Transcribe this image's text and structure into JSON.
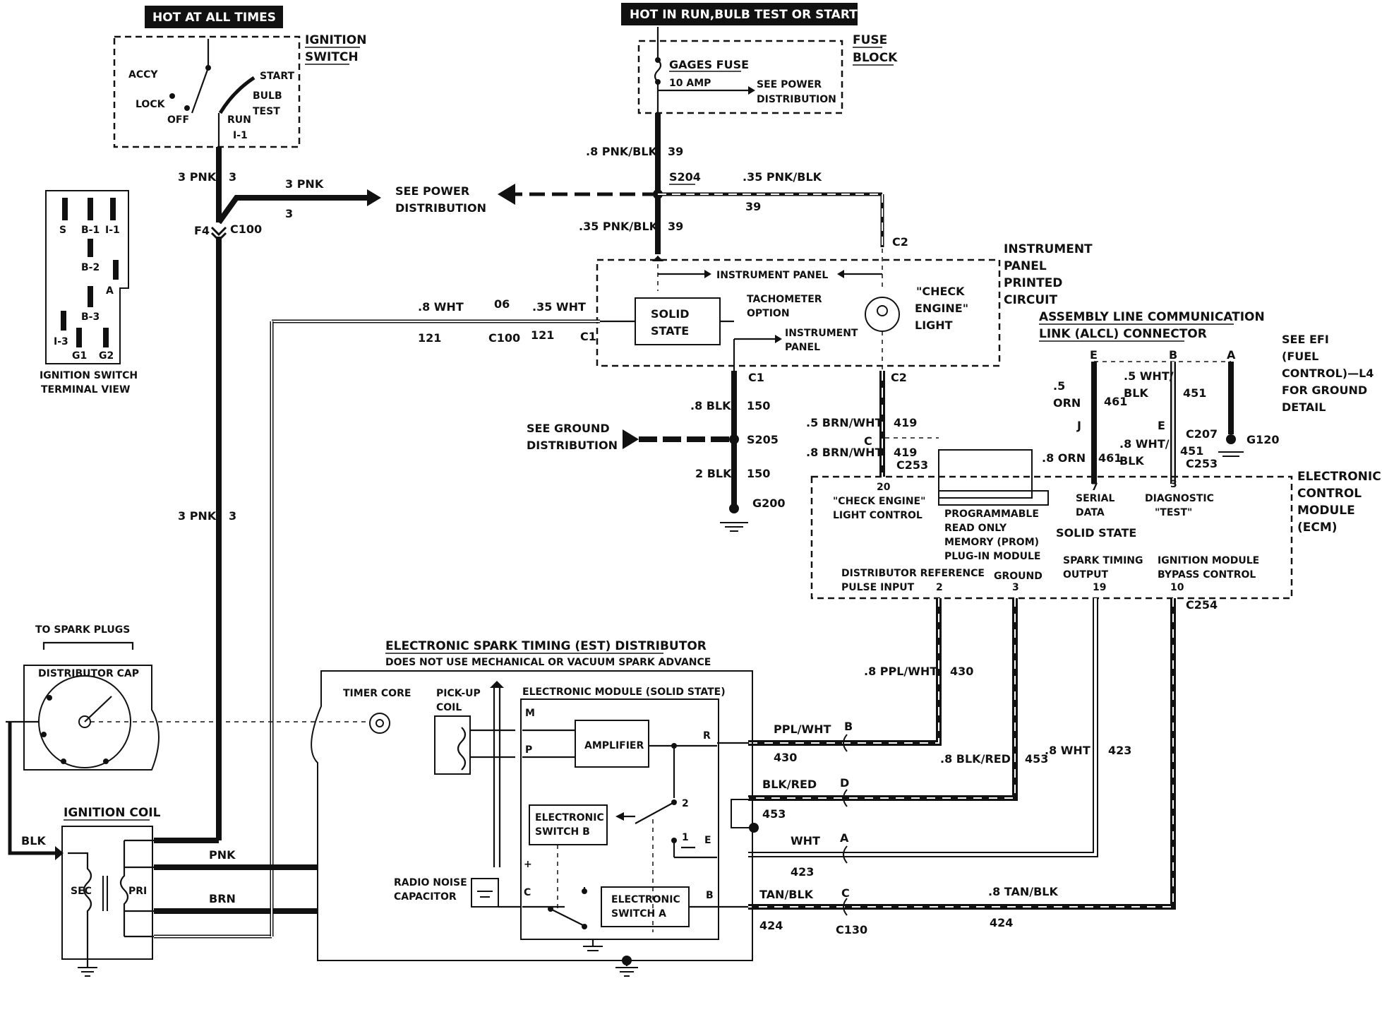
{
  "banners": {
    "hot_always": "HOT AT ALL TIMES",
    "hot_run": "HOT IN RUN,BULB TEST OR START"
  },
  "ignition_switch": {
    "title_1": "IGNITION",
    "title_2": "SWITCH",
    "accy": "ACCY",
    "lock": "LOCK",
    "off": "OFF",
    "start": "START",
    "bulb": "BULB",
    "test": "TEST",
    "run": "RUN",
    "i1": "I-1"
  },
  "terminal_view": {
    "s": "S",
    "b1": "B-1",
    "i1": "I-1",
    "b2": "B-2",
    "a": "A",
    "b3": "B-3",
    "i3": "I-3",
    "g1": "G1",
    "g2": "G2",
    "caption_1": "IGNITION SWITCH",
    "caption_2": "TERMINAL VIEW"
  },
  "fuse_block": {
    "title_1": "FUSE",
    "title_2": "BLOCK",
    "fuse_name": "GAGES FUSE",
    "fuse_amp": "10 AMP",
    "see_1": "SEE POWER",
    "see_2": "DISTRIBUTION"
  },
  "wires": {
    "pnk3_top": "3 PNK",
    "c3_top": "3",
    "pnk3_branch": "3 PNK",
    "c3_branch": "3",
    "f4": "F4",
    "c100": "C100",
    "pnk3_lower": "3 PNK",
    "c3_lower": "3",
    "see_power_1": "SEE POWER",
    "see_power_2": "DISTRIBUTION",
    "pnkblk8": ".8 PNK/BLK",
    "c39a": "39",
    "s204": "S204",
    "pnkblk35_right": ".35 PNK/BLK",
    "c39b": "39",
    "pnkblk35_down": ".35 PNK/BLK",
    "c39c": "39",
    "c2_top": "C2",
    "wht8": ".8 WHT",
    "c06": "06",
    "wht35": ".35 WHT",
    "c121a": "121",
    "c100b": "C100",
    "c121b": "121",
    "c1_left": "C1",
    "c1_bottom": "C1",
    "blk8": ".8 BLK",
    "c150a": "150",
    "see_ground_1": "SEE GROUND",
    "see_ground_2": "DISTRIBUTION",
    "s205": "S205",
    "blk2": "2 BLK",
    "c150b": "150",
    "g200": "G200",
    "c2_bottom": "C2",
    "brnwht5": ".5 BRN/WHT",
    "c419a": "419",
    "c_conn": "C",
    "brnwht8": ".8 BRN/WHT",
    "c419b": "419",
    "c253a": "C253"
  },
  "instrument_panel": {
    "title_1": "INSTRUMENT",
    "title_2": "PANEL",
    "title_3": "PRINTED",
    "title_4": "CIRCUIT",
    "ip_label": "INSTRUMENT PANEL",
    "solid_1": "SOLID",
    "solid_2": "STATE",
    "tach_1": "TACHOMETER",
    "tach_2": "OPTION",
    "ip2_1": "INSTRUMENT",
    "ip2_2": "PANEL",
    "check_1": "\"CHECK",
    "check_2": "ENGINE\"",
    "check_3": "LIGHT"
  },
  "alcl": {
    "title_1": "ASSEMBLY LINE COMMUNICATION",
    "title_2": "LINK (ALCL) CONNECTOR",
    "e": "E",
    "b": "B",
    "a": "A",
    "orn5": ".5",
    "orn5b": "ORN",
    "c461a": "461",
    "whtblk5": ".5 WHT/",
    "whtblk5b": "BLK",
    "c451a": "451",
    "j": "J",
    "e2": "E",
    "c207": "C207",
    "g120": "G120",
    "orn8": ".8 ORN",
    "c461b": "461",
    "whtblk8": ".8 WHT/",
    "whtblk8b": "BLK",
    "c451b": "451",
    "c253b": "C253"
  },
  "efi_note": {
    "l1": "SEE EFI",
    "l2": "(FUEL",
    "l3": "CONTROL)—L4",
    "l4": "FOR GROUND",
    "l5": "DETAIL"
  },
  "ecm": {
    "title_1": "ELECTRONIC",
    "title_2": "CONTROL",
    "title_3": "MODULE",
    "title_4": "(ECM)",
    "pin20": "20",
    "check_ctrl_1": "\"CHECK ENGINE\"",
    "check_ctrl_2": "LIGHT CONTROL",
    "prom_1": "PROGRAMMABLE",
    "prom_2": "READ ONLY",
    "prom_3": "MEMORY (PROM)",
    "prom_4": "PLUG-IN MODULE",
    "pin7": "7",
    "serial_1": "SERIAL",
    "serial_2": "DATA",
    "pin3": "3",
    "diag_1": "DIAGNOSTIC",
    "diag_2": "\"TEST\"",
    "solid": "SOLID STATE",
    "dist_1": "DISTRIBUTOR REFERENCE",
    "dist_2": "PULSE INPUT",
    "pin2": "2",
    "ground": "GROUND",
    "pin3b": "3",
    "spark_1": "SPARK TIMING",
    "spark_2": "OUTPUT",
    "pin19": "19",
    "bypass_1": "IGNITION MODULE",
    "bypass_2": "BYPASS CONTROL",
    "pin10": "10",
    "c254": "C254"
  },
  "distributor": {
    "to_plugs": "TO SPARK PLUGS",
    "cap": "DISTRIBUTOR CAP",
    "est_title": "ELECTRONIC SPARK TIMING (EST) DISTRIBUTOR",
    "est_sub": "DOES NOT USE MECHANICAL OR VACUUM SPARK ADVANCE",
    "timer": "TIMER CORE",
    "pickup_1": "PICK-UP",
    "pickup_2": "COIL",
    "module": "ELECTRONIC MODULE (SOLID STATE)",
    "m": "M",
    "p": "P",
    "r": "R",
    "amp": "AMPLIFIER",
    "switch_b_1": "ELECTRONIC",
    "switch_b_2": "SWITCH B",
    "n2": "2",
    "n1": "1",
    "e": "E",
    "plus": "+",
    "c": "C",
    "b": "B",
    "switch_a_1": "ELECTRONIC",
    "switch_a_2": "SWITCH A",
    "radio_1": "RADIO NOISE",
    "radio_2": "CAPACITOR"
  },
  "ignition_coil": {
    "title": "IGNITION COIL",
    "blk": "BLK",
    "sec": "SEC",
    "pri": "PRI",
    "pnk": "PNK",
    "brn": "BRN"
  },
  "ecm_wires": {
    "pplwht8": ".8 PPL/WHT",
    "c430a": "430",
    "pplwht": "PPL/WHT",
    "bconn": "B",
    "c430b": "430",
    "blkred8": ".8 BLK/RED",
    "c453a": "453",
    "wht8": ".8 WHT",
    "c423a": "423",
    "blkred": "BLK/RED",
    "dconn": "D",
    "c453b": "453",
    "wht": "WHT",
    "aconn": "A",
    "c423b": "423",
    "tanblk": "TAN/BLK",
    "cconn": "C",
    "c424a": "424",
    "c130": "C130",
    "tanblk8": ".8 TAN/BLK",
    "c424b": "424"
  }
}
